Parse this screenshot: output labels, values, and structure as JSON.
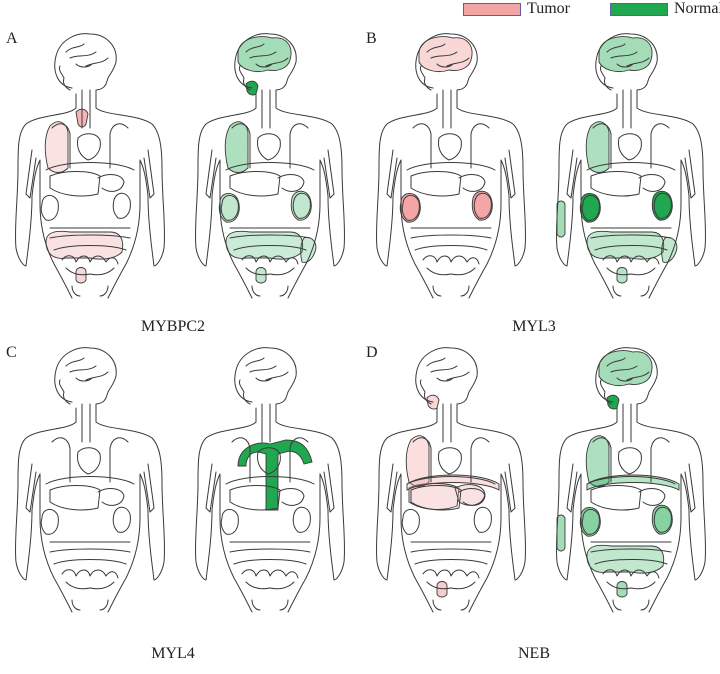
{
  "legend": {
    "tumor": {
      "label": "Tumor",
      "color": "#f4a6a6"
    },
    "normal": {
      "label": "Normal",
      "color": "#1fa84f"
    }
  },
  "panels": [
    {
      "letter": "A",
      "gene": "MYBPC2",
      "tumor": {
        "thyroid": 0.8,
        "lung": 0.2,
        "colon": 0.2,
        "bladder": 0.35
      },
      "normal": {
        "brain": 0.3,
        "esophagus": 1.0,
        "lung": 0.25,
        "kidney": 0.15,
        "colon": 0.1,
        "skin": 0.1,
        "bladder": 0.15
      }
    },
    {
      "letter": "B",
      "gene": "MYL3",
      "tumor": {
        "brain": 0.35,
        "kidney": 1.0
      },
      "normal": {
        "brain": 0.3,
        "lung": 0.25,
        "kidney": 1.0,
        "muscle": 0.3,
        "colon": 0.15,
        "skin": 0.15,
        "bladder": 0.2
      }
    },
    {
      "letter": "C",
      "gene": "MYL4",
      "tumor": {},
      "normal": {
        "heart_vessels": 1.0
      }
    },
    {
      "letter": "D",
      "gene": "NEB",
      "tumor": {
        "esophagus": 0.35,
        "lung": 0.25,
        "liver": 0.2,
        "stomach": 0.2,
        "diaphragm": 0.25,
        "bladder": 0.5
      },
      "normal": {
        "brain": 0.3,
        "esophagus": 1.0,
        "lung": 0.25,
        "diaphragm": 0.2,
        "kidney": 0.45,
        "muscle": 0.3,
        "colon": 0.15,
        "bladder": 0.3
      }
    }
  ]
}
